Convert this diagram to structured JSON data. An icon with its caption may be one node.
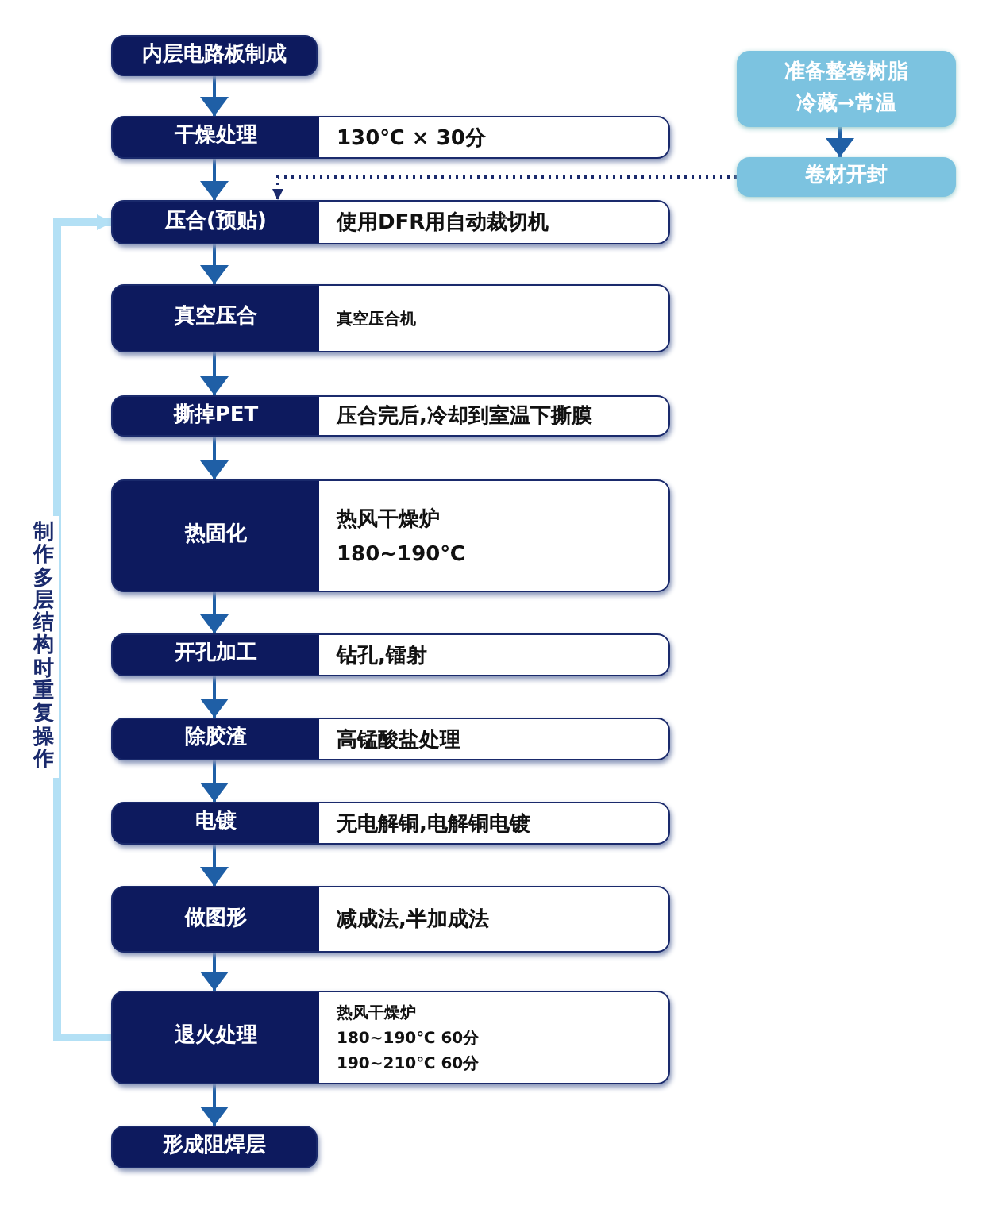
{
  "diagram": {
    "nodes": [
      {
        "text": [
          "内层电路板制成"
        ]
      },
      {
        "text": [
          "干燥处理",
          "130℃ × 30分"
        ]
      },
      {
        "text": [
          "压合(预贴)",
          "使用DFR用自动裁切机"
        ]
      },
      {
        "text": [
          "真空压合",
          "真空压合机"
        ]
      },
      {
        "text": [
          "撕掉PET",
          "压合完后,冷却到室温下撕膜"
        ]
      },
      {
        "text": [
          "热固化",
          "热风干燥炉",
          "180~190℃"
        ]
      },
      {
        "text": [
          "开孔加工",
          "钻孔,镭射"
        ]
      },
      {
        "text": [
          "除胶渣",
          "高锰酸盐处理"
        ]
      },
      {
        "text": [
          "电镀",
          "无电解铜,电解铜电镀"
        ]
      },
      {
        "text": [
          "做图形",
          "减成法,半加成法"
        ]
      },
      {
        "text": [
          "退火处理",
          "热风干燥炉",
          "180~190℃ 60分",
          "190~210℃ 60分"
        ]
      },
      {
        "text": [
          "形成阻焊层"
        ]
      },
      {
        "text": [
          "准备整卷树脂",
          "冷藏→常温"
        ]
      },
      {
        "text": [
          "卷材开封"
        ]
      }
    ],
    "edges": [
      {
        "from": 0,
        "to": 1,
        "arrow": "to"
      },
      {
        "from": 1,
        "to": 2,
        "arrow": "to"
      },
      {
        "from": 2,
        "to": 3,
        "arrow": "to"
      },
      {
        "from": 3,
        "to": 4,
        "arrow": "to"
      },
      {
        "from": 4,
        "to": 5,
        "arrow": "to"
      },
      {
        "from": 5,
        "to": 6,
        "arrow": "to"
      },
      {
        "from": 6,
        "to": 7,
        "arrow": "to"
      },
      {
        "from": 7,
        "to": 8,
        "arrow": "to"
      },
      {
        "from": 8,
        "to": 9,
        "arrow": "to"
      },
      {
        "from": 9,
        "to": 10,
        "arrow": "to"
      },
      {
        "from": 10,
        "to": 11,
        "arrow": "to"
      },
      {
        "from": 12,
        "to": 13,
        "arrow": "to"
      },
      {
        "from": 13,
        "to": 2,
        "arrow": "to",
        "style": "dashed",
        "color": "#1a2a6c"
      },
      {
        "from": 10,
        "to": 2,
        "arrow": "to",
        "label": "制作多层结构时重复操作",
        "style": "thick",
        "color": "#b3e0f5"
      }
    ]
  }
}
